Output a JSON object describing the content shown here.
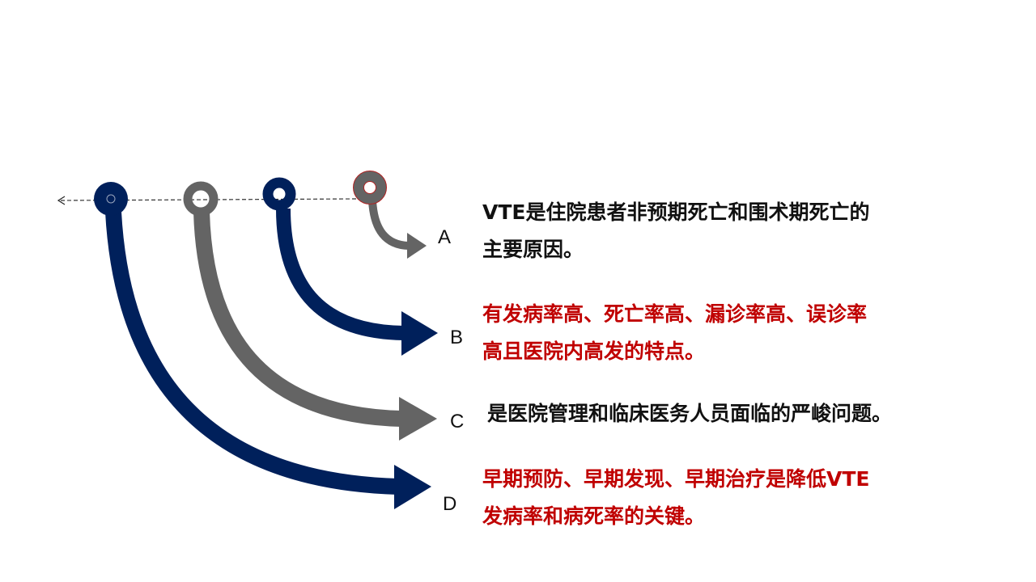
{
  "colors": {
    "navy": "#00205b",
    "gray": "#646464",
    "red": "#c00000",
    "outline_red": "#b22222"
  },
  "items": [
    {
      "label": "A",
      "lines": [
        "VTE是住院患者非预期死亡和围术期死亡的",
        "主要原因。"
      ],
      "color": "#111111"
    },
    {
      "label": "B",
      "lines": [
        "有发病率高、死亡率高、漏诊率高、误诊率",
        "高且医院内高发的特点。"
      ],
      "color": "#c00000"
    },
    {
      "label": "C",
      "lines": [
        "是医院管理和临床医务人员面临的严峻问题。"
      ],
      "color": "#111111"
    },
    {
      "label": "D",
      "lines": [
        "早期预防、早期发现、早期治疗是降低VTE",
        "发病率和病死率的关键。"
      ],
      "color": "#c00000"
    }
  ]
}
